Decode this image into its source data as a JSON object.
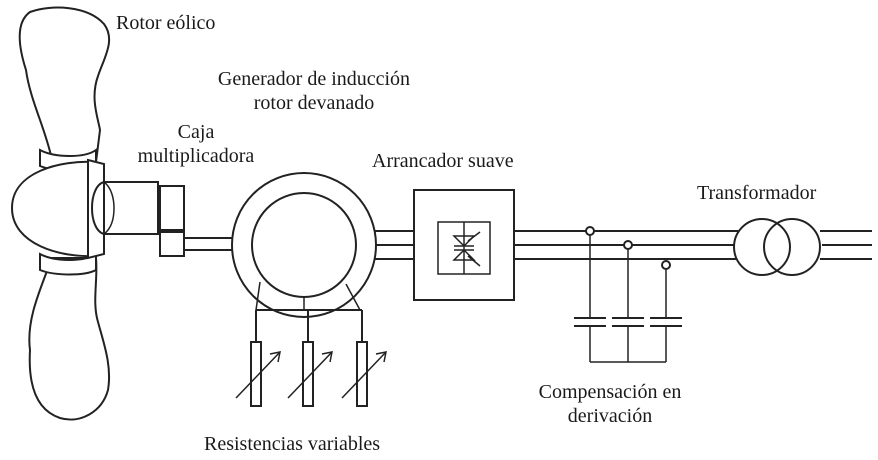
{
  "labels": {
    "rotor": "Rotor eólico",
    "generator": [
      "Generador de inducción",
      "rotor devanado"
    ],
    "gearbox": [
      "Caja",
      "multiplicadora"
    ],
    "soft_starter": "Arrancador suave",
    "transformer": "Transformador",
    "compensation": [
      "Compensación en",
      "derivación"
    ],
    "resistors": "Resistencias variables"
  }
}
